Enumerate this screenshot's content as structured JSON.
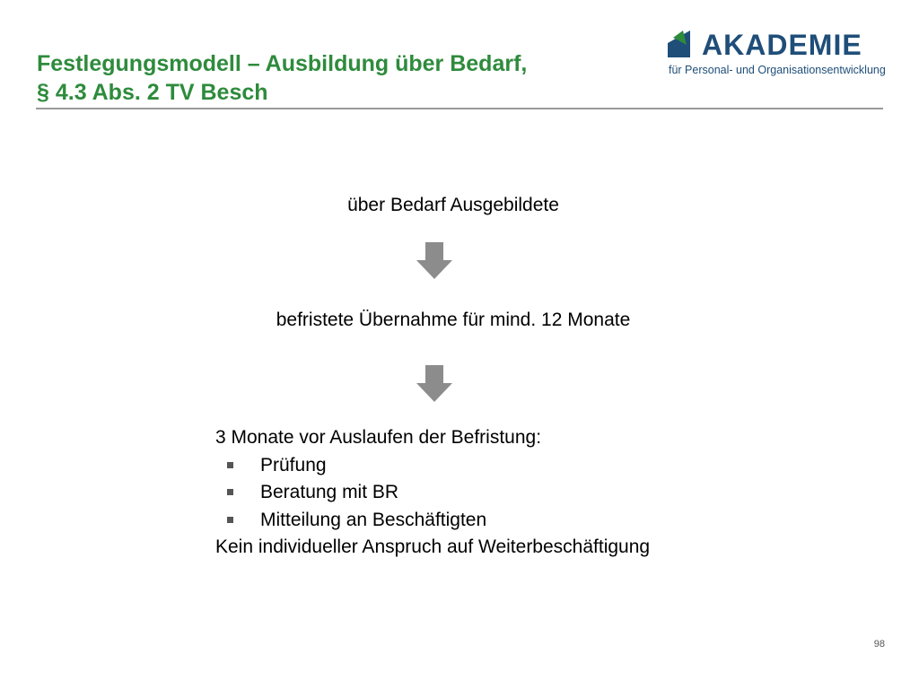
{
  "slide": {
    "title_line1": "Festlegungsmodell – Ausbildung über Bedarf,",
    "title_line2": "§ 4.3 Abs. 2 TV Besch",
    "page_number": "98"
  },
  "logo": {
    "word": "AKADEMIE",
    "tagline": "für Personal- und Organisationsentwicklung"
  },
  "flow": {
    "step1": "über Bedarf Ausgebildete",
    "step2": "befristete Übernahme für mind. 12 Monate",
    "step3_heading": "3 Monate vor Auslaufen der Befristung:",
    "step3_items": [
      "Prüfung",
      "Beratung mit BR",
      "Mitteilung an Beschäftigten"
    ],
    "step3_footer": "Kein individueller Anspruch auf Weiterbeschäftigung"
  },
  "colors": {
    "title": "#2e8b3c",
    "logo": "#1f4e79",
    "logo_accent": "#2e8b3c",
    "arrow": "#8c8c8c",
    "rule": "#9a9a9a"
  }
}
